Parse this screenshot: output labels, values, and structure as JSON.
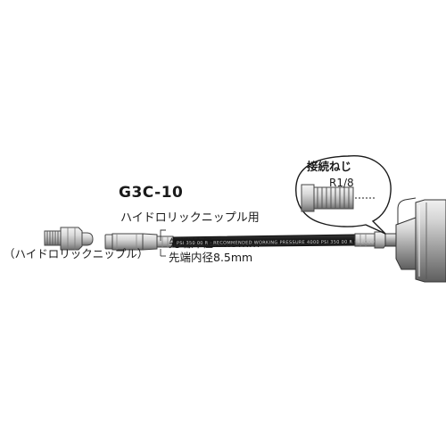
{
  "labels": {
    "model": "G3C-10",
    "usage": "ハイドロリックニップル用",
    "nipple": "（ハイドロリックニップル）",
    "outer_diameter": "先端外径14.3mm",
    "inner_diameter": "先端内径8.5mm",
    "thread_title": "接続ねじ",
    "thread_size": "R1/8"
  },
  "hose_print": "PSI 350 00 R · RECOMMENDED WORKING PRESSURE 4000 PSI 350 00 R · RECOD",
  "colors": {
    "text": "#1a1a1a",
    "hose": "#1c1c1c",
    "metal_light": "#e6e6e6",
    "metal_mid": "#bdbdbd",
    "metal_dark": "#7a7a7a"
  },
  "icons": [
    "hydraulic-nipple-icon",
    "grease-hose-icon",
    "coupler-icon",
    "grease-gun-icon",
    "thread-callout-icon"
  ]
}
